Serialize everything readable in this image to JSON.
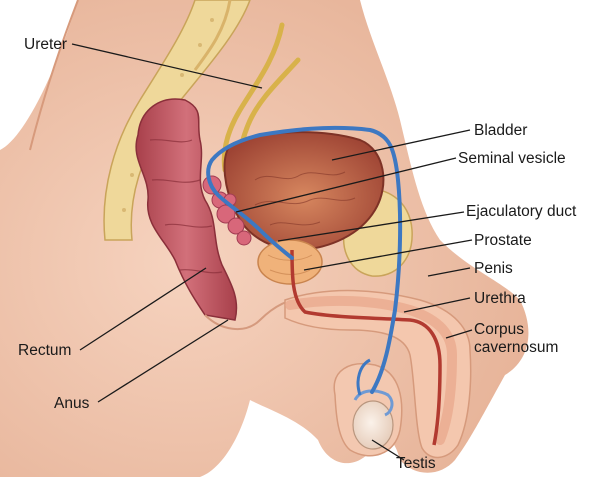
{
  "labels": {
    "ureter": "Ureter",
    "bladder": "Bladder",
    "seminal_vesicle": "Seminal vesicle",
    "ejaculatory_duct": "Ejaculatory duct",
    "prostate": "Prostate",
    "penis": "Penis",
    "urethra": "Urethra",
    "corpus_line1": "Corpus",
    "corpus_line2": "cavernosum",
    "rectum": "Rectum",
    "anus": "Anus",
    "testis": "Testis"
  },
  "colors": {
    "skin": "#f2c3a8",
    "skin_dark": "#e0a98c",
    "bone": "#efd89a",
    "rectum": "#c0515a",
    "bladder": "#a5493a",
    "vas": "#3d78c2",
    "ureter": "#d8b24a",
    "urethra": "#b23a30"
  }
}
